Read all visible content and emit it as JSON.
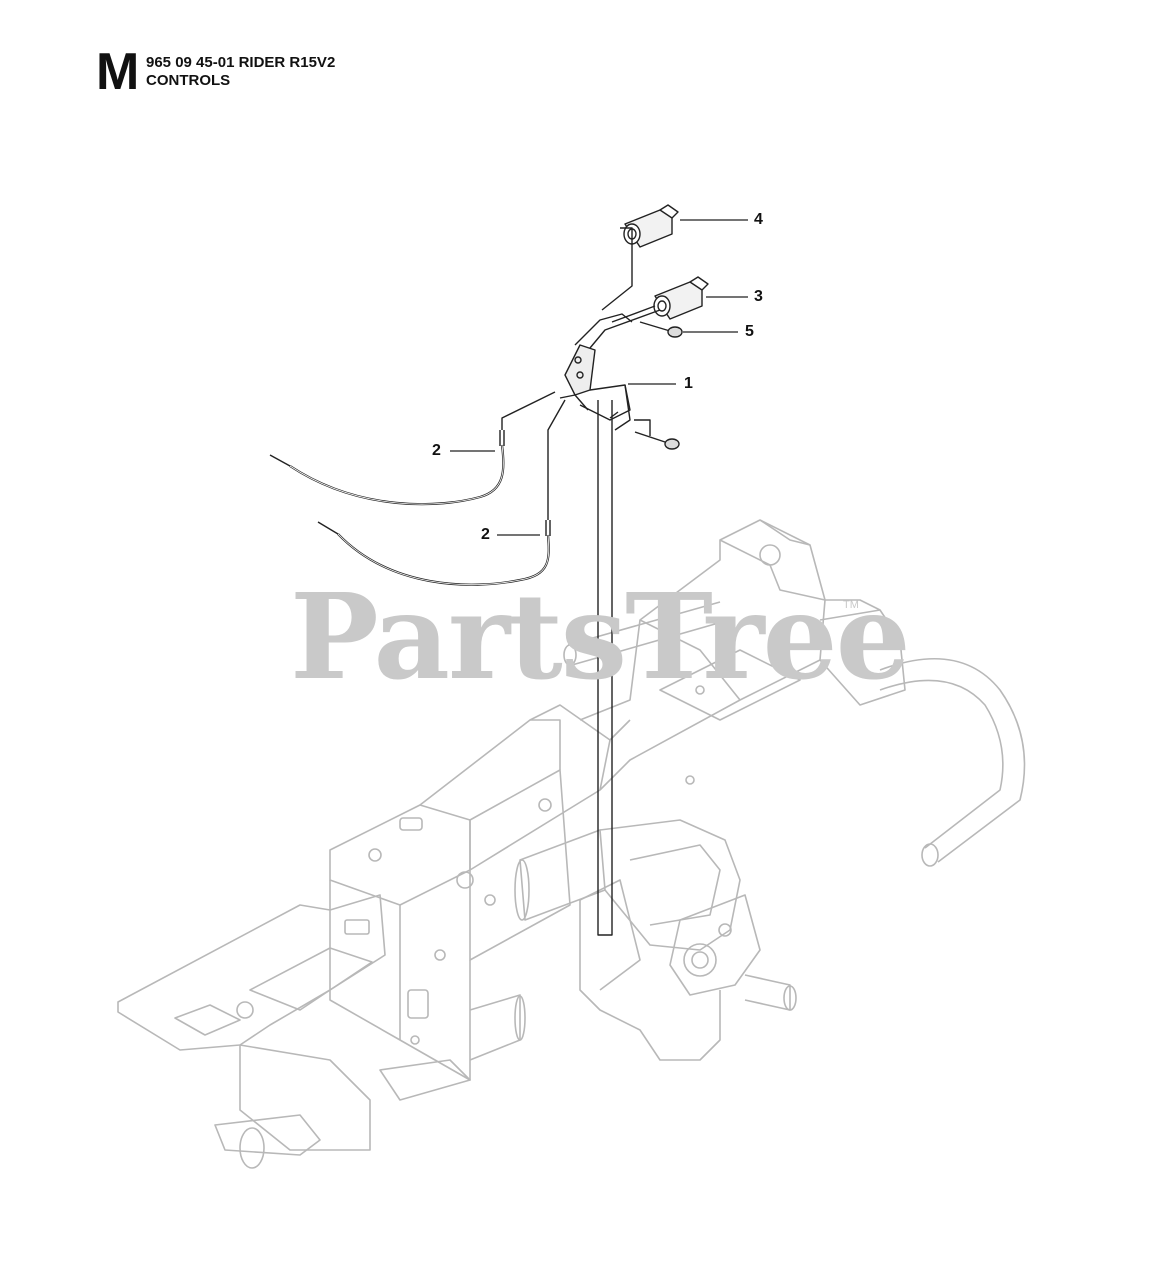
{
  "header": {
    "section_letter": "M",
    "model_line": "965 09 45-01 RIDER R15V2",
    "section_name": "CONTROLS"
  },
  "watermark": {
    "text": "PartsTree",
    "trademark": "TM"
  },
  "callouts": [
    {
      "number": "4",
      "part": "knob"
    },
    {
      "number": "3",
      "part": "knob"
    },
    {
      "number": "1",
      "part": "control-lever-bracket"
    },
    {
      "number": "5",
      "part": "screw"
    },
    {
      "number": "2",
      "part": "control-cable"
    },
    {
      "number": "2",
      "part": "control-cable"
    }
  ],
  "colors": {
    "line": "#222222",
    "frame_line": "#b8b8b8",
    "watermark": "#c9c9c9"
  }
}
